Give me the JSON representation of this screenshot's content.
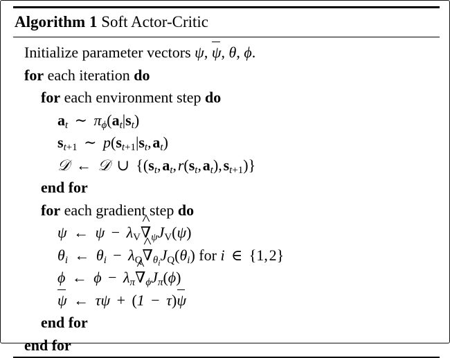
{
  "document": {
    "kind": "algorithm-float",
    "title_prefix": "Algorithm 1",
    "title_text": "Soft Actor-Critic"
  },
  "algorithm": {
    "number": "1",
    "name": "Soft Actor-Critic",
    "lines": [
      {
        "id": "init",
        "indent": 1,
        "text": "Initialize parameter vectors ψ, ψ̄, θ, ϕ."
      },
      {
        "id": "for-iteration",
        "indent": 1,
        "text": "for each iteration do"
      },
      {
        "id": "for-env-step",
        "indent": 2,
        "text": "for each environment step do"
      },
      {
        "id": "sample-action",
        "indent": 3,
        "text": "a_t ~ π_ϕ(a_t|s_t)"
      },
      {
        "id": "sample-next-state",
        "indent": 3,
        "text": "s_{t+1} ~ p(s_{t+1}|s_t, a_t)"
      },
      {
        "id": "append-buffer",
        "indent": 3,
        "text": "D ← D ∪ {(s_t, a_t, r(s_t, a_t), s_{t+1})}"
      },
      {
        "id": "end-for-env-step",
        "indent": 2,
        "text": "end for"
      },
      {
        "id": "for-gradient-step",
        "indent": 2,
        "text": "for each gradient step do"
      },
      {
        "id": "update-psi",
        "indent": 3,
        "text": "ψ ← ψ − λ_V ∇̂_ψ J_V(ψ)"
      },
      {
        "id": "update-theta",
        "indent": 3,
        "text": "θ_i ← θ_i − λ_Q ∇̂_{θ_i} J_Q(θ_i) for i ∈ {1, 2}"
      },
      {
        "id": "update-phi",
        "indent": 3,
        "text": "ϕ ← ϕ − λ_π ∇̂_ϕ J_π(ϕ)"
      },
      {
        "id": "update-psi-bar",
        "indent": 3,
        "text": "ψ̄ ← τψ + (1 − τ)ψ̄"
      },
      {
        "id": "end-for-gradient-step",
        "indent": 2,
        "text": "end for"
      },
      {
        "id": "end-for-iteration",
        "indent": 1,
        "text": "end for"
      }
    ],
    "keywords": {
      "for": "for",
      "do": "do",
      "end_for": "end for",
      "each_iteration": "each iteration",
      "each_environment_step": "each environment step",
      "each_gradient_step": "each gradient step",
      "initialize_text": "Initialize parameter vectors",
      "for_i_in": "for",
      "in_symbol": "∈"
    },
    "symbols": {
      "psi": "ψ",
      "theta": "θ",
      "phi": "ϕ",
      "pi": "π",
      "lambda": "λ",
      "tau": "τ",
      "nabla": "∇",
      "gets": "←",
      "sim": "∼",
      "cup": "∪",
      "minus": "−",
      "plus": "+",
      "mid": "|",
      "D": "𝒟",
      "a": "a",
      "s": "s",
      "r": "r",
      "p": "p",
      "J": "J",
      "V": "V",
      "Q": "Q",
      "i": "i",
      "t": "t",
      "t_plus_1": "t+1",
      "one": "1",
      "two": "2",
      "comma": ",",
      "period": ".",
      "lbrace": "{",
      "rbrace": "}",
      "lparen": "(",
      "rparen": ")"
    },
    "colors": {
      "text": "#000000",
      "background": "#ffffff",
      "rule": "#000000"
    }
  }
}
